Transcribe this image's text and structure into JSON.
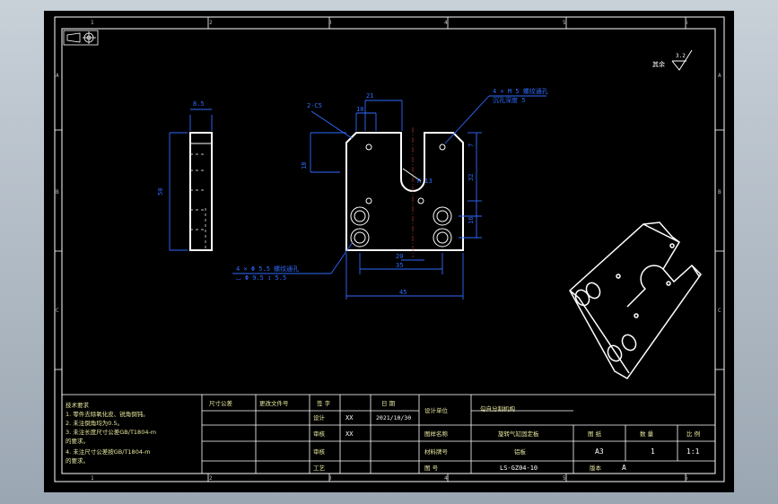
{
  "border": {
    "top_numbers": [
      "1",
      "2",
      "3",
      "4",
      "5",
      "6"
    ],
    "bottom_numbers": [
      "1",
      "2",
      "3",
      "4",
      "5",
      "6"
    ],
    "side_letters": [
      "A",
      "B",
      "C"
    ]
  },
  "roughness": {
    "symbol_label": "其余",
    "value": "3.2"
  },
  "dims": {
    "side_width": "8.5",
    "side_height": "50",
    "chamfer": "2-C5",
    "top_21": "21",
    "top_10": "10",
    "left_18": "18",
    "right_7": "7",
    "right_32": "32",
    "right_16": "16",
    "r13": "R 13",
    "bottom_20": "20",
    "bottom_35": "35",
    "bottom_45": "45",
    "hole_note_1": "4 × M  5 螺纹通孔",
    "hole_note_2": "沉孔深度 5",
    "hole_note_3": "4 × Φ  5.5 螺纹通孔",
    "hole_note_4": "⌴ Φ  9.5  ↧ 5.5"
  },
  "tech_req": {
    "title": "技术要求",
    "lines": [
      "1. 零件去除氧化皮、锐角倒钝。",
      "2. 未注倒角均为0.5。",
      "3. 未注长度尺寸公差GB/T1804-m",
      "   的要求。",
      "4. 未注尺寸公差按GB/T1804-m",
      "   的要求。"
    ]
  },
  "title_block": {
    "h_mark": "尺寸公差",
    "h_change": "更改文件号",
    "h_sign": "签 字",
    "h_date": "日 期",
    "designer_label": "设计",
    "designer": "XX",
    "date": "2021/10/30",
    "checker_label": "审核",
    "checker": "XX",
    "approve_label": "审核",
    "process_label": "工艺",
    "unit_label": "设计单位",
    "unit": "勾自分割机构",
    "part_name_label": "图样名称",
    "part_name": "旋转气缸固定板",
    "material_label": "材料牌号",
    "material": "铝板",
    "drawing_no_label": "图  号",
    "drawing_no": "LS-GZ04-10",
    "size_label": "图 纸",
    "size": "A3",
    "qty_label": "数 量",
    "qty": "1",
    "scale_label": "比 例",
    "scale": "1:1",
    "version_label": "版本",
    "version": "A"
  }
}
